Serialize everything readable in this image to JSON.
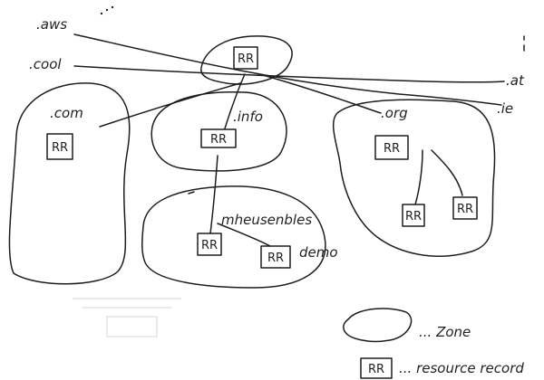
{
  "labels": {
    "aws": ".aws",
    "cool": ".cool",
    "at": ".at",
    "ie": ".ie",
    "com": ".com",
    "info": ".info",
    "org": ".org",
    "mheusenbles": "mheusenbles",
    "demo": "demo"
  },
  "records": {
    "root": "RR",
    "com": "RR",
    "info": "RR",
    "org": "RR",
    "mheusenbles_1": "RR",
    "mheusenbles_2": "RR",
    "org_child_1": "RR",
    "org_child_2": "RR"
  },
  "legend": {
    "zone_label": "... Zone",
    "rr_symbol": "RR",
    "rr_label": "... resource record"
  }
}
